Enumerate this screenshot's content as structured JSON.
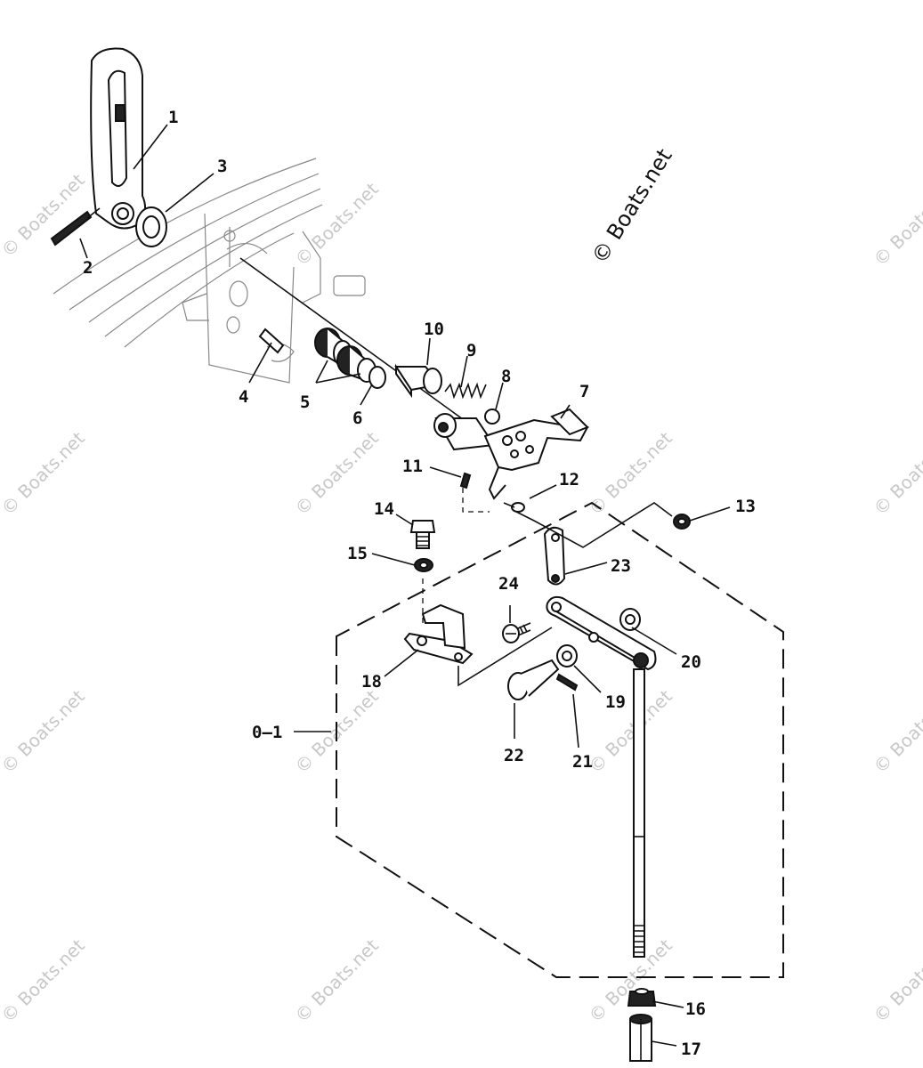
{
  "copyright": "© Boats.net",
  "watermark": "© Boats.net",
  "callouts": [
    {
      "id": "c1",
      "label": "1"
    },
    {
      "id": "c2",
      "label": "2"
    },
    {
      "id": "c3",
      "label": "3"
    },
    {
      "id": "c4",
      "label": "4"
    },
    {
      "id": "c5",
      "label": "5"
    },
    {
      "id": "c6",
      "label": "6"
    },
    {
      "id": "c7",
      "label": "7"
    },
    {
      "id": "c8",
      "label": "8"
    },
    {
      "id": "c9",
      "label": "9"
    },
    {
      "id": "c10",
      "label": "10"
    },
    {
      "id": "c11",
      "label": "11"
    },
    {
      "id": "c12",
      "label": "12"
    },
    {
      "id": "c13",
      "label": "13"
    },
    {
      "id": "c14",
      "label": "14"
    },
    {
      "id": "c15",
      "label": "15"
    },
    {
      "id": "c16",
      "label": "16"
    },
    {
      "id": "c17",
      "label": "17"
    },
    {
      "id": "c18",
      "label": "18"
    },
    {
      "id": "c19",
      "label": "19"
    },
    {
      "id": "c20",
      "label": "20"
    },
    {
      "id": "c21",
      "label": "21"
    },
    {
      "id": "c22",
      "label": "22"
    },
    {
      "id": "c23",
      "label": "23"
    },
    {
      "id": "c24",
      "label": "24"
    },
    {
      "id": "c0",
      "label": "0–1"
    }
  ]
}
